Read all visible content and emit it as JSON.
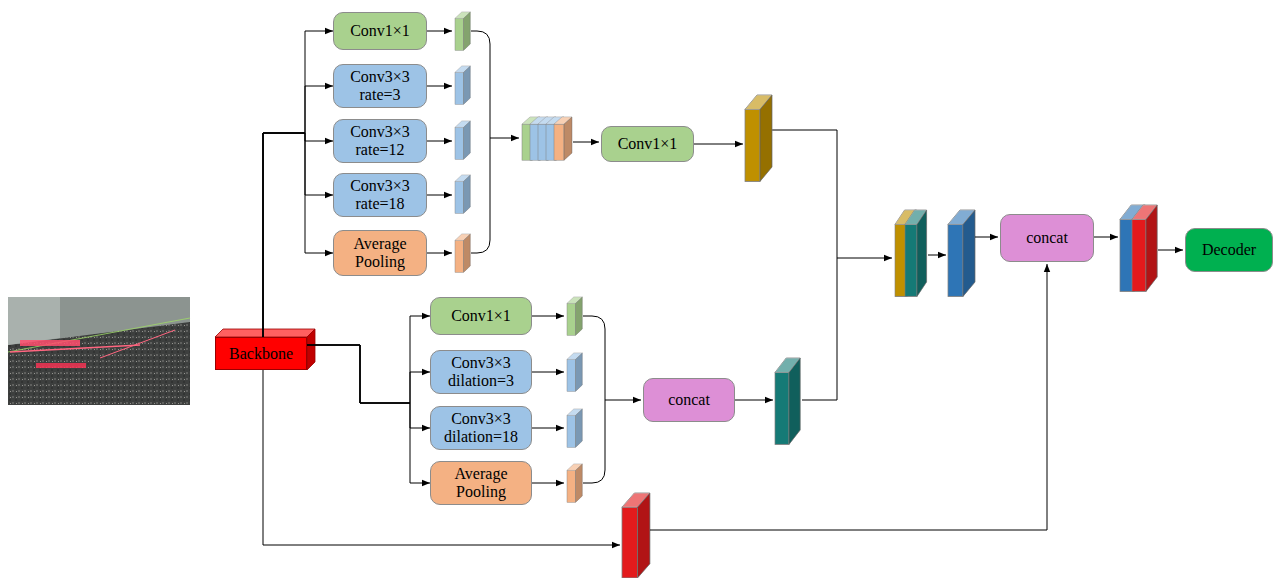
{
  "diagram": {
    "nodes": [
      {
        "text": [
          "Backbone"
        ]
      },
      {
        "text": [
          "Conv1×1"
        ]
      },
      {
        "text": [
          "Conv3×3 rate=3"
        ]
      },
      {
        "text": [
          "Conv3×3 rate=12"
        ]
      },
      {
        "text": [
          "Conv3×3 rate=18"
        ]
      },
      {
        "text": [
          "Average Pooling"
        ]
      },
      {
        "text": [
          "Conv1×1"
        ]
      },
      {
        "text": [
          "Conv1×1"
        ]
      },
      {
        "text": [
          "Conv3×3 dilation=3"
        ]
      },
      {
        "text": [
          "Conv3×3 dilation=18"
        ]
      },
      {
        "text": [
          "Average Pooling"
        ]
      },
      {
        "text": [
          "concat"
        ]
      },
      {
        "text": [
          "concat"
        ]
      },
      {
        "text": [
          "Decoder"
        ]
      }
    ],
    "edges": [
      {
        "from": 0,
        "to": 1,
        "arrow": "to"
      },
      {
        "from": 0,
        "to": 2,
        "arrow": "to"
      },
      {
        "from": 0,
        "to": 3,
        "arrow": "to"
      },
      {
        "from": 0,
        "to": 4,
        "arrow": "to"
      },
      {
        "from": 0,
        "to": 5,
        "arrow": "to"
      },
      {
        "from": 0,
        "to": 7,
        "arrow": "to"
      },
      {
        "from": 0,
        "to": 8,
        "arrow": "to"
      },
      {
        "from": 0,
        "to": 9,
        "arrow": "to"
      },
      {
        "from": 0,
        "to": 10,
        "arrow": "to"
      }
    ]
  }
}
